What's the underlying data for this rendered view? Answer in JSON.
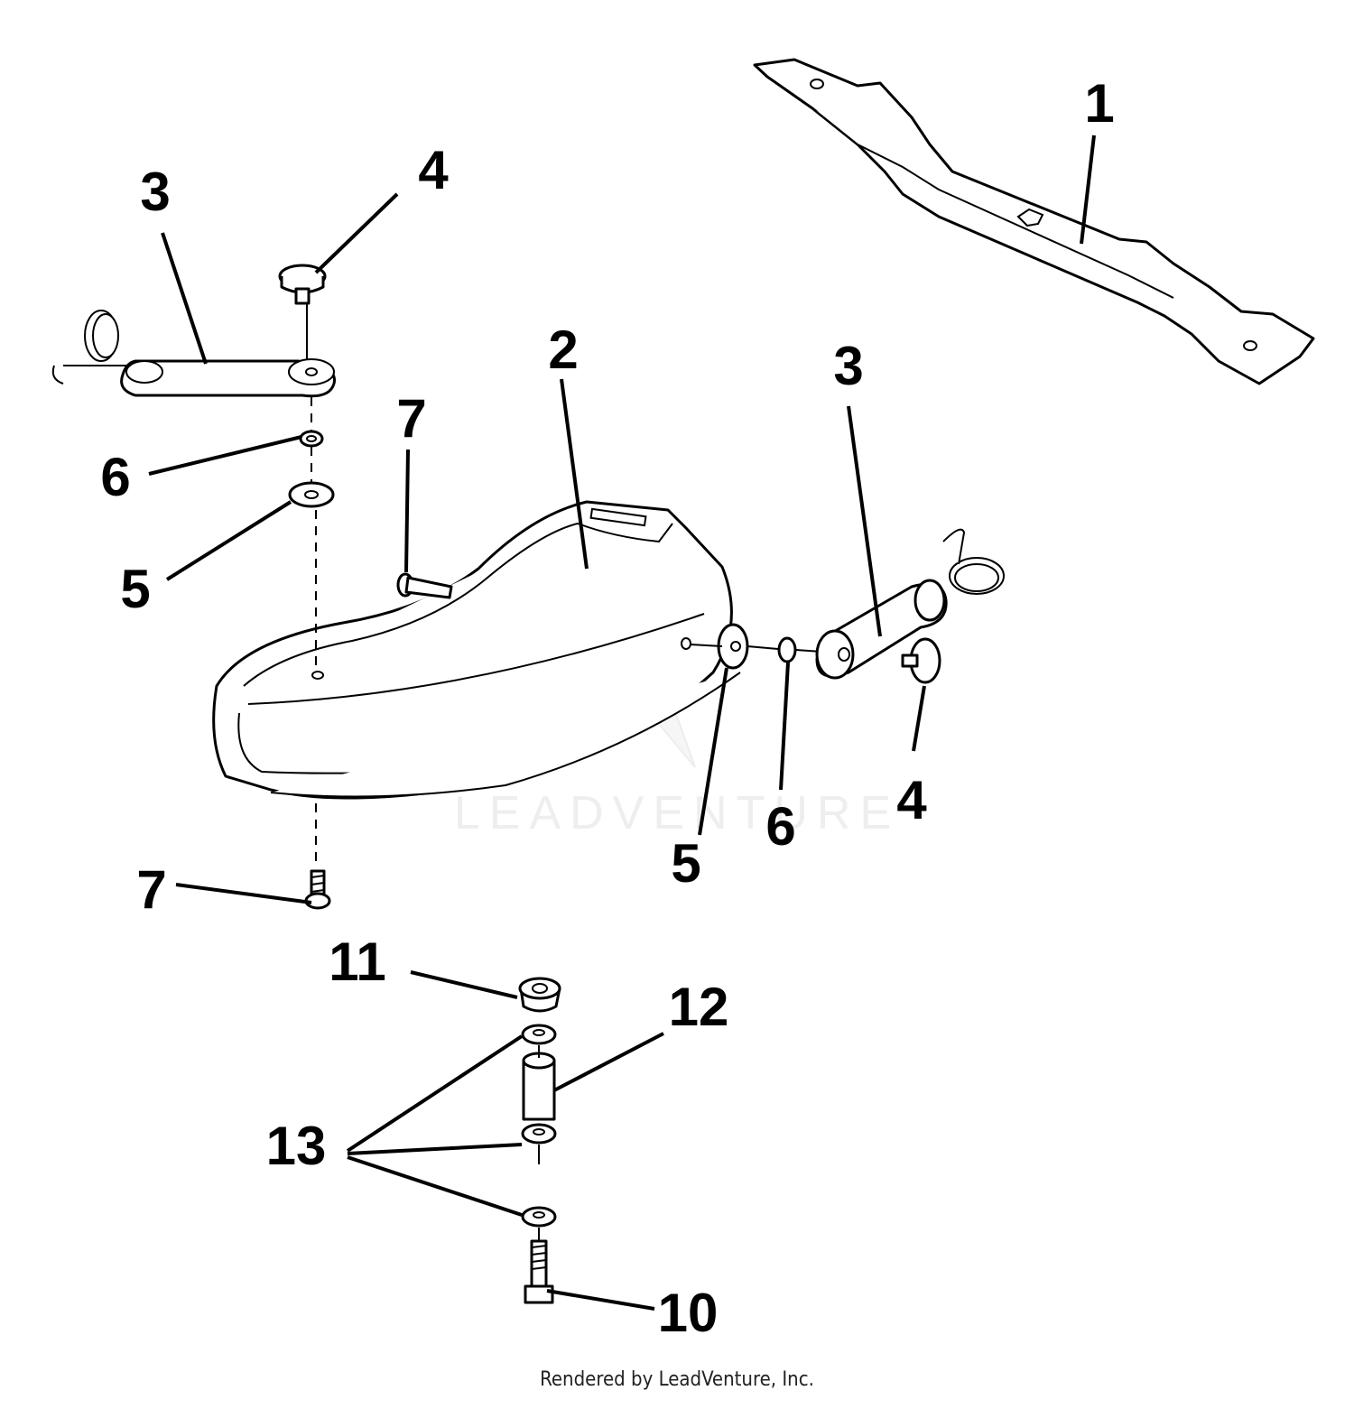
{
  "callouts": {
    "n1": "1",
    "n2": "2",
    "n3_left": "3",
    "n3_right": "3",
    "n4_left": "4",
    "n4_right": "4",
    "n5_left": "5",
    "n5_right": "5",
    "n6_left": "6",
    "n6_right": "6",
    "n7_upper": "7",
    "n7_lower": "7",
    "n10": "10",
    "n11": "11",
    "n12": "12",
    "n13": "13"
  },
  "watermark": "LEADVENTURE",
  "footer": "Rendered by LeadVenture, Inc."
}
